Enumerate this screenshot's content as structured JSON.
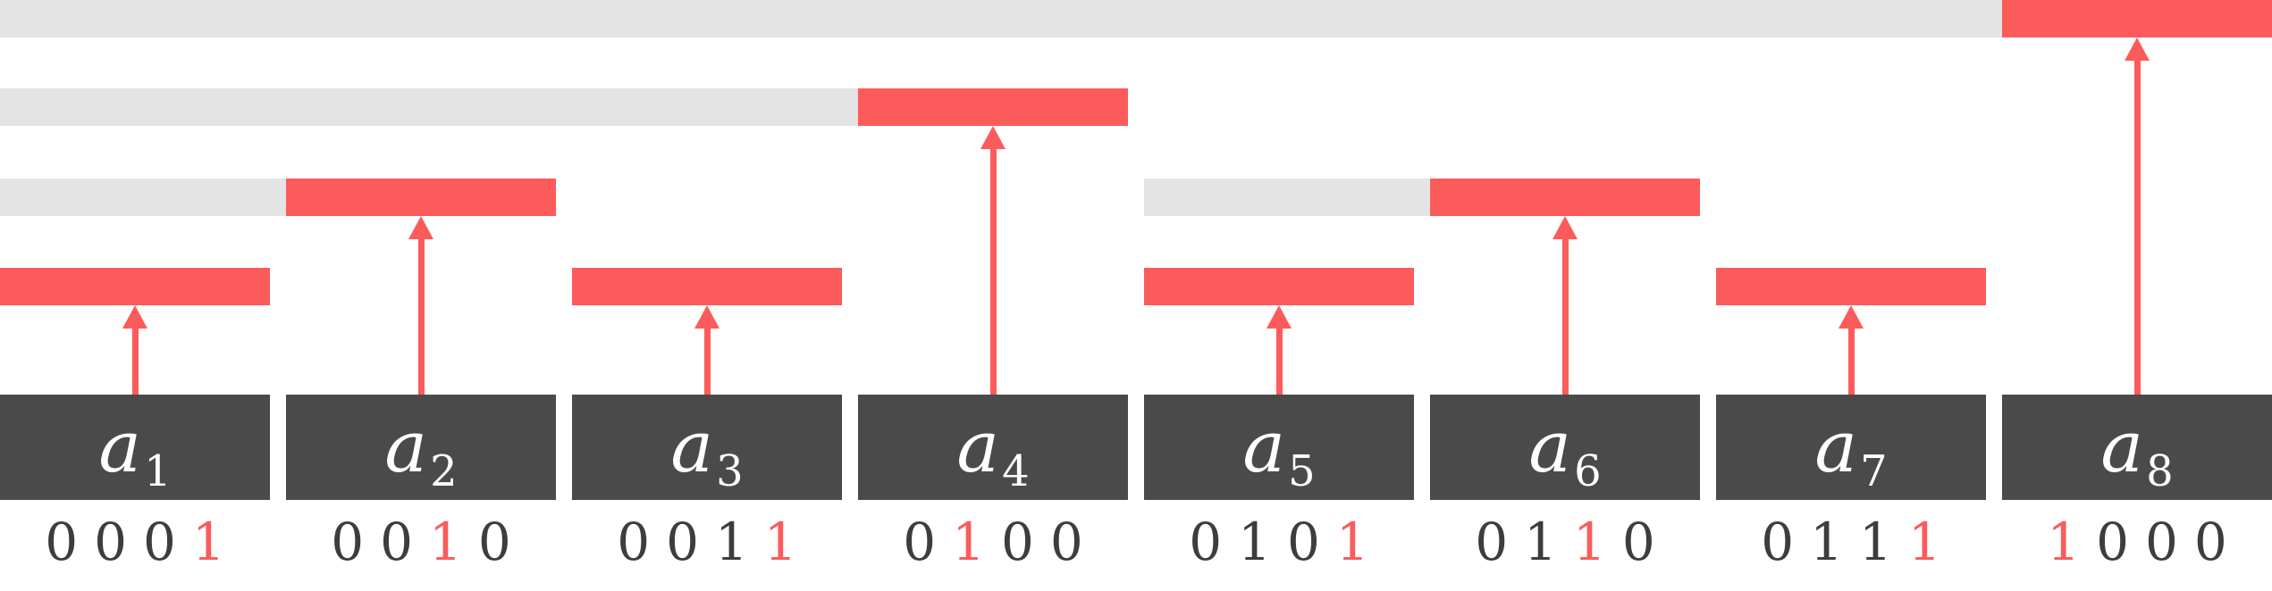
{
  "colors": {
    "red": "#FC5B5B",
    "gray_track": "#E4E4E4",
    "box": "#4A4A4A",
    "digit": "#3D3D41",
    "text_on_box": "#FFFFFF"
  },
  "cells": [
    {
      "base": "a",
      "sub": "1",
      "binary": "0001",
      "arrow_to_row": 4,
      "bits": [
        {
          "d": "0",
          "style": "dark"
        },
        {
          "d": "0",
          "style": "dark"
        },
        {
          "d": "0",
          "style": "dark"
        },
        {
          "d": "1",
          "style": "red"
        }
      ]
    },
    {
      "base": "a",
      "sub": "2",
      "binary": "0010",
      "arrow_to_row": 3,
      "bits": [
        {
          "d": "0",
          "style": "dark"
        },
        {
          "d": "0",
          "style": "dark"
        },
        {
          "d": "1",
          "style": "red"
        },
        {
          "d": "0",
          "style": "dark"
        }
      ]
    },
    {
      "base": "a",
      "sub": "3",
      "binary": "0011",
      "arrow_to_row": 4,
      "bits": [
        {
          "d": "0",
          "style": "dark"
        },
        {
          "d": "0",
          "style": "dark"
        },
        {
          "d": "1",
          "style": "dark"
        },
        {
          "d": "1",
          "style": "red"
        }
      ]
    },
    {
      "base": "a",
      "sub": "4",
      "binary": "0100",
      "arrow_to_row": 2,
      "bits": [
        {
          "d": "0",
          "style": "dark"
        },
        {
          "d": "1",
          "style": "red"
        },
        {
          "d": "0",
          "style": "dark"
        },
        {
          "d": "0",
          "style": "dark"
        }
      ]
    },
    {
      "base": "a",
      "sub": "5",
      "binary": "0101",
      "arrow_to_row": 4,
      "bits": [
        {
          "d": "0",
          "style": "dark"
        },
        {
          "d": "1",
          "style": "dark"
        },
        {
          "d": "0",
          "style": "dark"
        },
        {
          "d": "1",
          "style": "red"
        }
      ]
    },
    {
      "base": "a",
      "sub": "6",
      "binary": "0110",
      "arrow_to_row": 3,
      "bits": [
        {
          "d": "0",
          "style": "dark"
        },
        {
          "d": "1",
          "style": "dark"
        },
        {
          "d": "1",
          "style": "red"
        },
        {
          "d": "0",
          "style": "dark"
        }
      ]
    },
    {
      "base": "a",
      "sub": "7",
      "binary": "0111",
      "arrow_to_row": 4,
      "bits": [
        {
          "d": "0",
          "style": "dark"
        },
        {
          "d": "1",
          "style": "dark"
        },
        {
          "d": "1",
          "style": "dark"
        },
        {
          "d": "1",
          "style": "red"
        }
      ]
    },
    {
      "base": "a",
      "sub": "8",
      "binary": "1000",
      "arrow_to_row": 1,
      "bits": [
        {
          "d": "1",
          "style": "red"
        },
        {
          "d": "0",
          "style": "dark"
        },
        {
          "d": "0",
          "style": "dark"
        },
        {
          "d": "0",
          "style": "dark"
        }
      ]
    }
  ],
  "range_bars": [
    {
      "row": 1,
      "kind": "gray",
      "from_col": 1,
      "to_col": 7
    },
    {
      "row": 1,
      "kind": "red",
      "from_col": 8,
      "to_col": 8
    },
    {
      "row": 2,
      "kind": "gray",
      "from_col": 1,
      "to_col": 3
    },
    {
      "row": 2,
      "kind": "red",
      "from_col": 4,
      "to_col": 4
    },
    {
      "row": 3,
      "kind": "gray",
      "from_col": 1,
      "to_col": 1
    },
    {
      "row": 3,
      "kind": "red",
      "from_col": 2,
      "to_col": 2
    },
    {
      "row": 3,
      "kind": "gray",
      "from_col": 5,
      "to_col": 5
    },
    {
      "row": 3,
      "kind": "red",
      "from_col": 6,
      "to_col": 6
    },
    {
      "row": 4,
      "kind": "red",
      "from_col": 1,
      "to_col": 1
    },
    {
      "row": 4,
      "kind": "red",
      "from_col": 3,
      "to_col": 3
    },
    {
      "row": 4,
      "kind": "red",
      "from_col": 5,
      "to_col": 5
    },
    {
      "row": 4,
      "kind": "red",
      "from_col": 7,
      "to_col": 7
    }
  ]
}
